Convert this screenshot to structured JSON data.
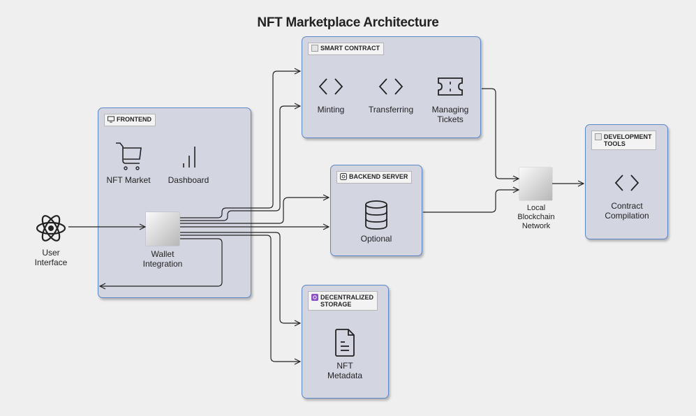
{
  "title": "NFT Marketplace Architecture",
  "groups": {
    "frontend": "FRONTEND",
    "smart_contract": "SMART CONTRACT",
    "backend_server": "BACKEND SERVER",
    "decentralized_storage": "DECENTRALIZED\nSTORAGE",
    "development_tools": "DEVELOPMENT\nTOOLS"
  },
  "nodes": {
    "user_interface": "User\nInterface",
    "nft_market": "NFT Market",
    "dashboard": "Dashboard",
    "wallet_integration": "Wallet\nIntegration",
    "minting": "Minting",
    "transferring": "Transferring",
    "managing_tickets": "Managing\nTickets",
    "optional": "Optional",
    "nft_metadata": "NFT\nMetadata",
    "local_blockchain_network": "Local\nBlockchain\nNetwork",
    "contract_compilation": "Contract\nCompilation"
  },
  "icons": {
    "user_interface": "react-atom-icon",
    "nft_market": "shopping-cart-icon",
    "dashboard": "bar-chart-icon",
    "wallet_integration": "placeholder-box",
    "minting": "code-icon",
    "transferring": "code-icon",
    "managing_tickets": "ticket-icon",
    "optional": "database-icon",
    "nft_metadata": "document-icon",
    "local_blockchain_network": "placeholder-box",
    "contract_compilation": "code-icon"
  },
  "colors": {
    "group_fill": "#d3d6e1",
    "group_border": "#5b86c7",
    "background": "#efefef",
    "storage_tag_icon": "#8a4fc0"
  }
}
